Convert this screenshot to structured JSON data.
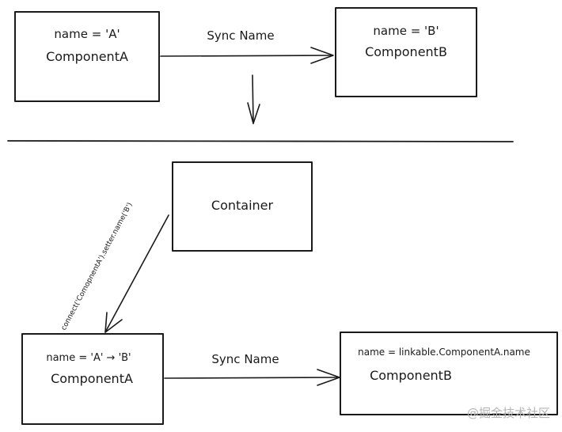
{
  "top": {
    "box_a": {
      "line1": "name = 'A'",
      "line2": "ComponentA"
    },
    "box_b": {
      "line1": "name = 'B'",
      "line2": "ComponentB"
    },
    "arrow_label": "Sync Name"
  },
  "bottom": {
    "container_label": "Container",
    "connect_label": "connect('ComopnentA').setter.name('B')",
    "box_a": {
      "line1": "name = 'A' → 'B'",
      "line2": "ComponentA"
    },
    "box_b": {
      "line1": "name = linkable.ComponentA.name",
      "line2": "ComponentB"
    },
    "arrow_label": "Sync Name"
  },
  "watermark": "@掘金技术社区"
}
